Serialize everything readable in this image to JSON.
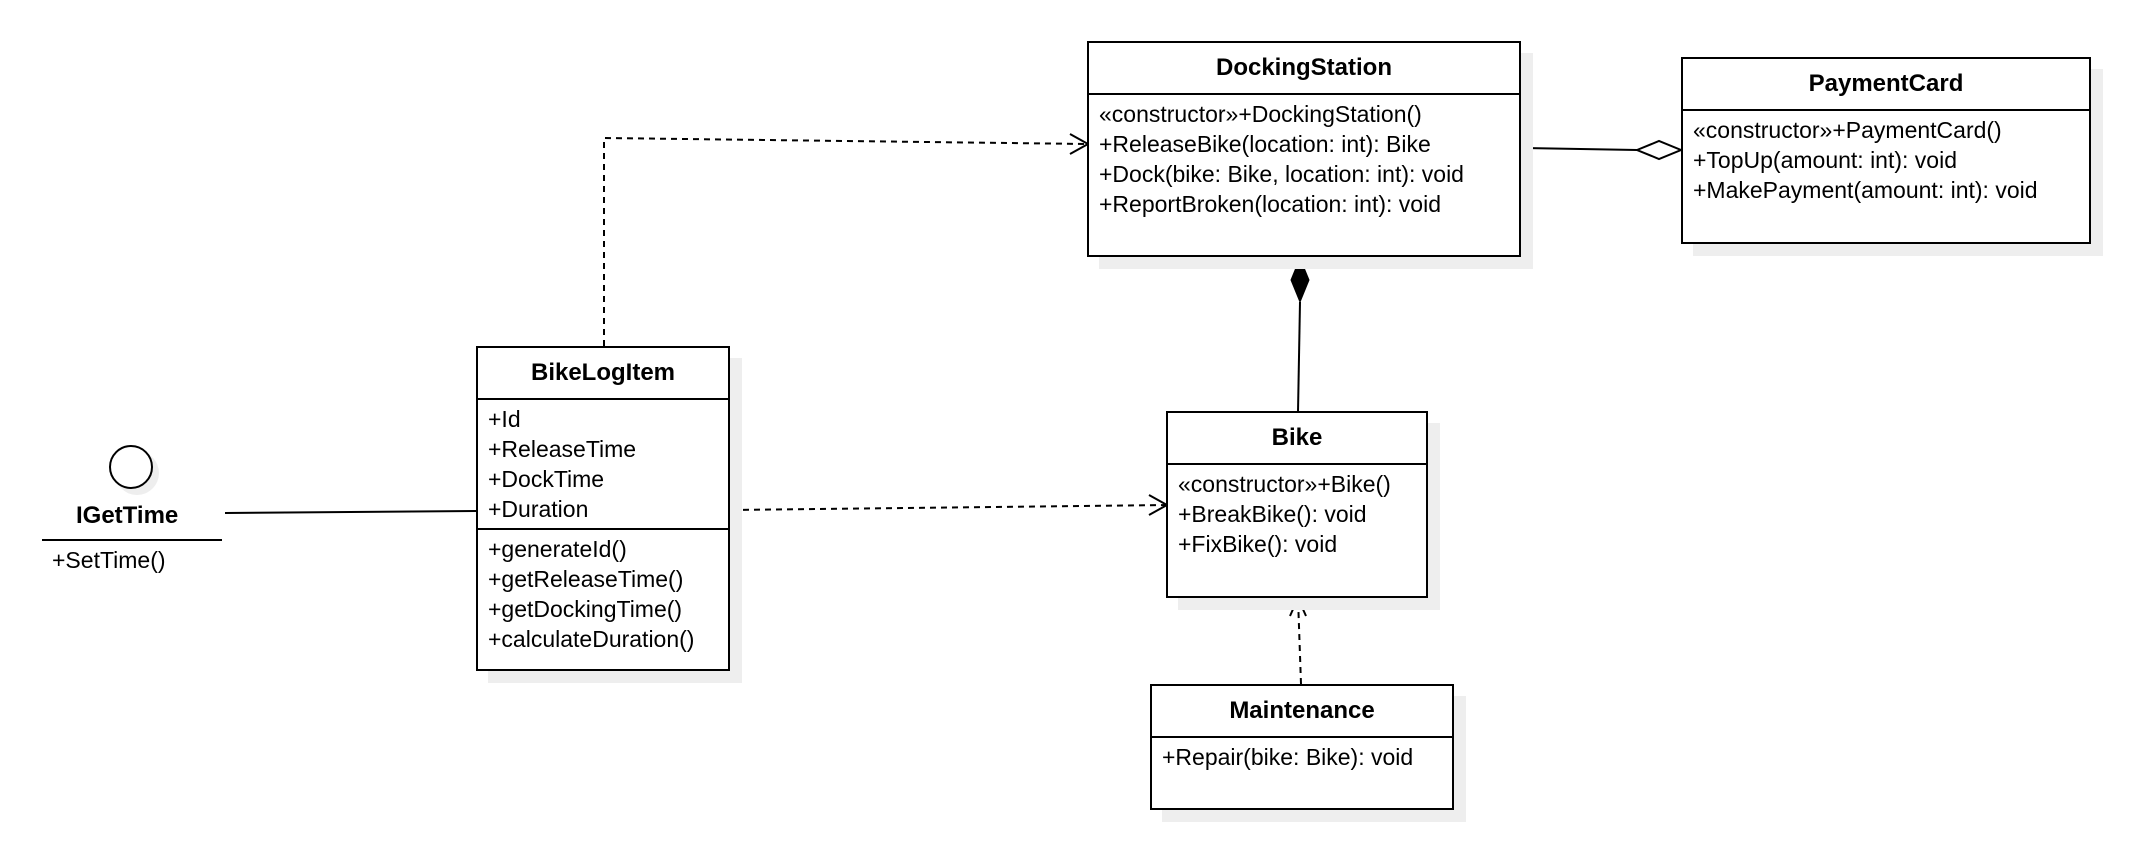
{
  "diagram": {
    "interface": {
      "name": "IGetTime",
      "operations": [
        "+SetTime()"
      ]
    },
    "classes": {
      "docking_station": {
        "name": "DockingStation",
        "operations": [
          "«constructor»+DockingStation()",
          "+ReleaseBike(location: int): Bike",
          "+Dock(bike: Bike, location: int): void",
          "+ReportBroken(location: int): void"
        ]
      },
      "payment_card": {
        "name": "PaymentCard",
        "operations": [
          "«constructor»+PaymentCard()",
          "+TopUp(amount: int): void",
          "+MakePayment(amount: int): void"
        ]
      },
      "bike_log_item": {
        "name": "BikeLogItem",
        "attributes": [
          "+Id",
          "+ReleaseTime",
          "+DockTime",
          "+Duration"
        ],
        "operations": [
          "+generateId()",
          "+getReleaseTime()",
          "+getDockingTime()",
          "+calculateDuration()"
        ]
      },
      "bike": {
        "name": "Bike",
        "operations": [
          "«constructor»+Bike()",
          "+BreakBike(): void",
          "+FixBike(): void"
        ]
      },
      "maintenance": {
        "name": "Maintenance",
        "operations": [
          "+Repair(bike: Bike): void"
        ]
      }
    },
    "relationships": [
      {
        "type": "dependency",
        "from": "BikeLogItem",
        "to": "DockingStation"
      },
      {
        "type": "dependency",
        "from": "BikeLogItem",
        "to": "Bike"
      },
      {
        "type": "association",
        "from": "IGetTime",
        "to": "BikeLogItem"
      },
      {
        "type": "composition",
        "from": "Bike",
        "to": "DockingStation"
      },
      {
        "type": "aggregation",
        "from": "DockingStation",
        "to": "PaymentCard"
      },
      {
        "type": "dependency",
        "from": "Maintenance",
        "to": "Bike"
      }
    ]
  }
}
